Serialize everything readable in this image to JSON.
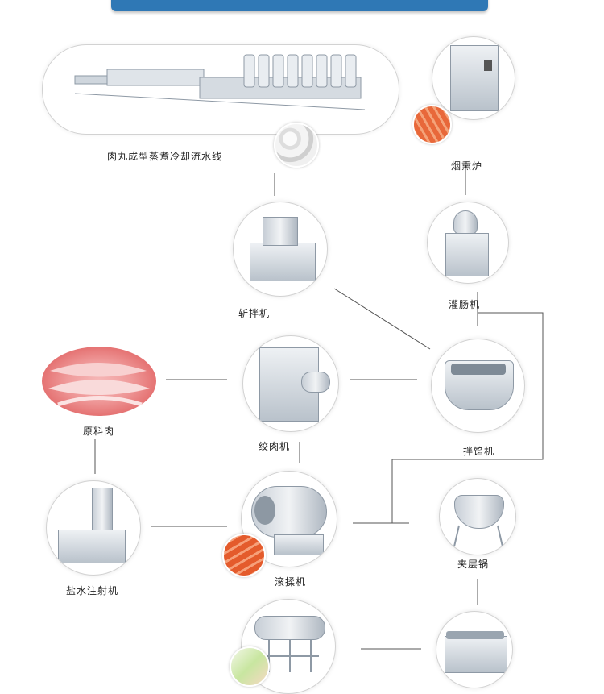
{
  "banner": {
    "title": ""
  },
  "nodes": {
    "meatball_line": {
      "label": "肉丸成型蒸煮冷却流水线"
    },
    "smoker": {
      "label": "烟熏炉"
    },
    "bowl_cutter": {
      "label": "斩拌机"
    },
    "sausage_filler": {
      "label": "灌肠机"
    },
    "raw_meat": {
      "label": "原料肉"
    },
    "meat_grinder": {
      "label": "绞肉机"
    },
    "stuffing_mixer": {
      "label": "拌馅机"
    },
    "brine_injector": {
      "label": "盐水注射机"
    },
    "tumbler": {
      "label": "滚揉机"
    },
    "jacketed_kettle": {
      "label": "夹层锅"
    },
    "sterilizer": {
      "label": ""
    },
    "vacuum_packer": {
      "label": ""
    }
  },
  "colors": {
    "banner": "#2f78b5",
    "line": "#555555",
    "meat": "#ef9a9a"
  }
}
